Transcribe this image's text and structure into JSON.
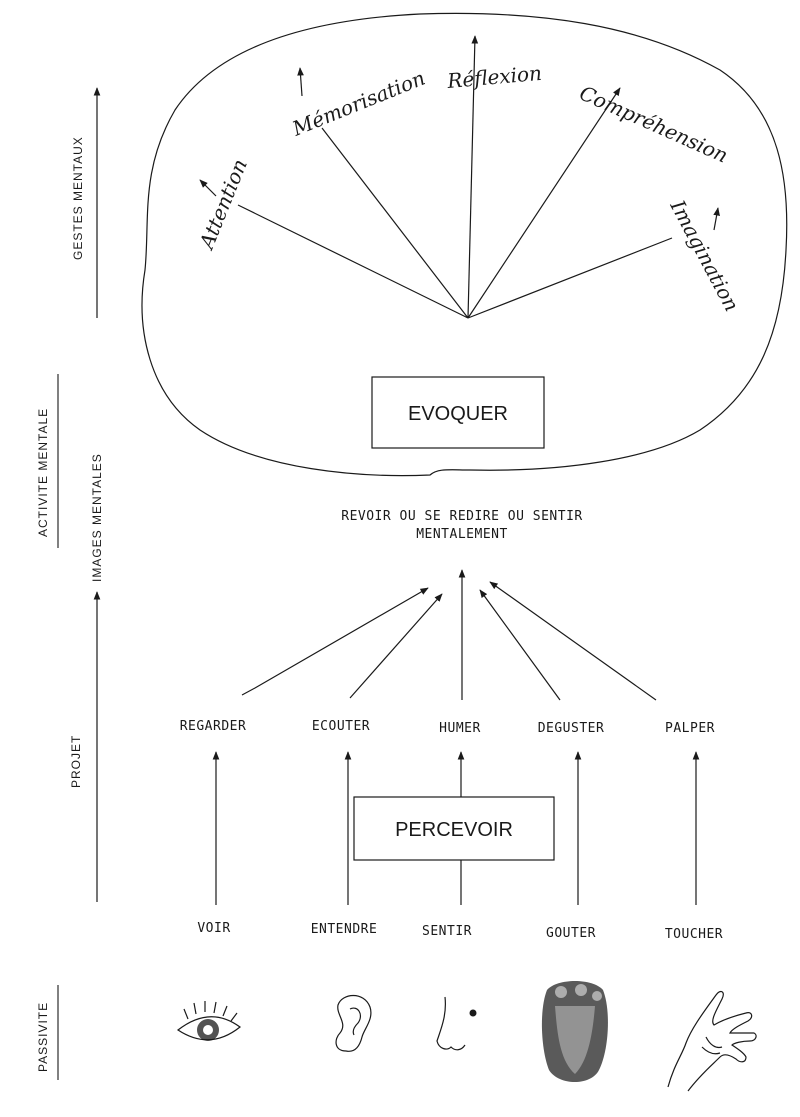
{
  "side_labels": {
    "gestes_mentaux": "GESTES MENTAUX",
    "activite_mentale": "ACTIVITE MENTALE",
    "images_mentales": "IMAGES   MENTALES",
    "projet": "PROJET",
    "passivite": "PASSIVITE"
  },
  "mental_gestures": {
    "attention": "Attention",
    "memorisation": "Mémorisation",
    "reflexion": "Réflexion",
    "comprehension": "Compréhension",
    "imagination": "Imagination"
  },
  "evoquer_label": "EVOQUER",
  "evocation_text": {
    "line1": "REVOIR OU SE REDIRE OU SENTIR",
    "line2": "MENTALEMENT"
  },
  "actions": {
    "regarder": "REGARDER",
    "ecouter": "ECOUTER",
    "humer": "HUMER",
    "deguster": "DEGUSTER",
    "palper": "PALPER"
  },
  "percevoir_label": "PERCEVOIR",
  "senses": {
    "voir": "VOIR",
    "entendre": "ENTENDRE",
    "sentir": "SENTIR",
    "gouter": "GOUTER",
    "toucher": "TOUCHER"
  },
  "sense_icons": [
    "eye-icon",
    "ear-icon",
    "nose-icon",
    "tongue-icon",
    "hand-icon"
  ]
}
